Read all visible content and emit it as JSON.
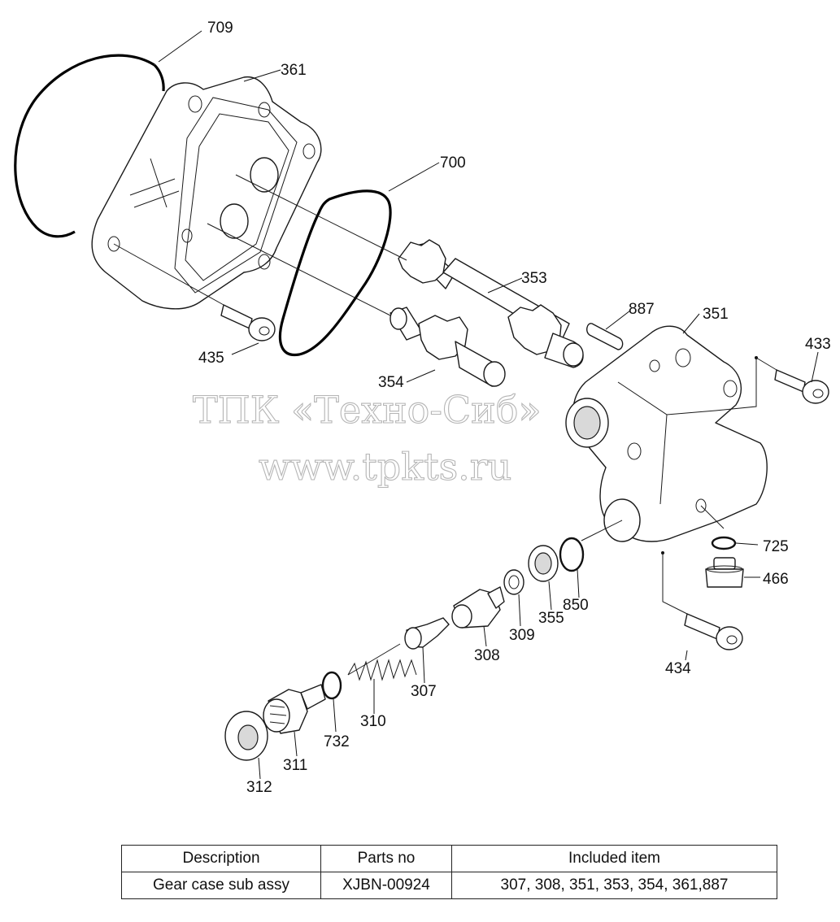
{
  "watermark": {
    "line1": "ТПК «Техно-Сиб»",
    "line2": "www.tpkts.ru"
  },
  "callouts": {
    "p709": "709",
    "p361": "361",
    "p700": "700",
    "p353": "353",
    "p887": "887",
    "p351": "351",
    "p433": "433",
    "p435": "435",
    "p354": "354",
    "p725": "725",
    "p466": "466",
    "p850": "850",
    "p355": "355",
    "p309": "309",
    "p308": "308",
    "p307": "307",
    "p310": "310",
    "p732": "732",
    "p311": "311",
    "p312": "312",
    "p434": "434"
  },
  "table": {
    "headers": [
      "Description",
      "Parts no",
      "Included item"
    ],
    "rows": [
      [
        "Gear case sub assy",
        "XJBN-00924",
        "307, 308, 351, 353, 354, 361,887"
      ]
    ]
  }
}
